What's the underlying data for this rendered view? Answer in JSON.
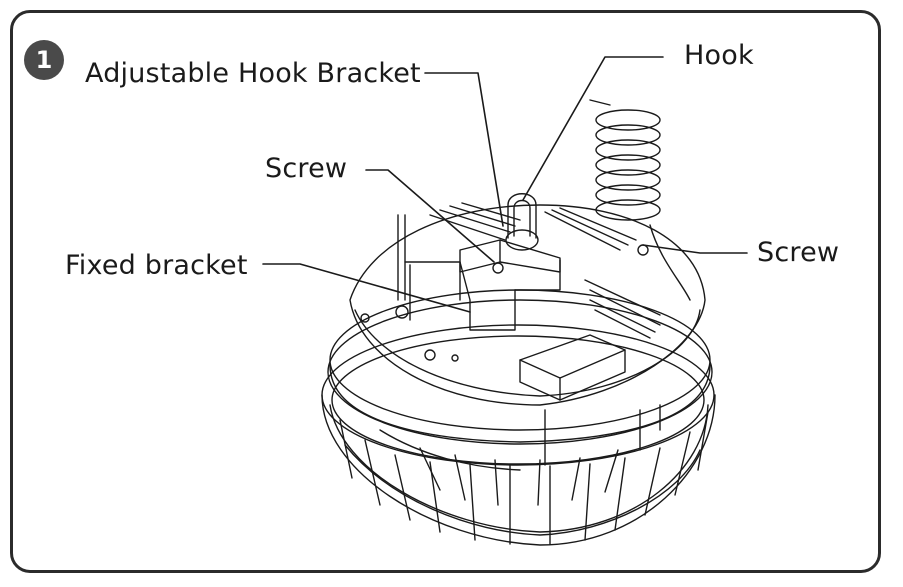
{
  "step": {
    "number": "1"
  },
  "labels": {
    "adjustable_hook_bracket": "Adjustable Hook Bracket",
    "hook": "Hook",
    "screw_top": "Screw",
    "fixed_bracket": "Fixed bracket",
    "screw_right": "Screw"
  },
  "colors": {
    "line": "#1a1a1a",
    "frame": "#2b2b2b",
    "badge": "#4a4a4a"
  }
}
